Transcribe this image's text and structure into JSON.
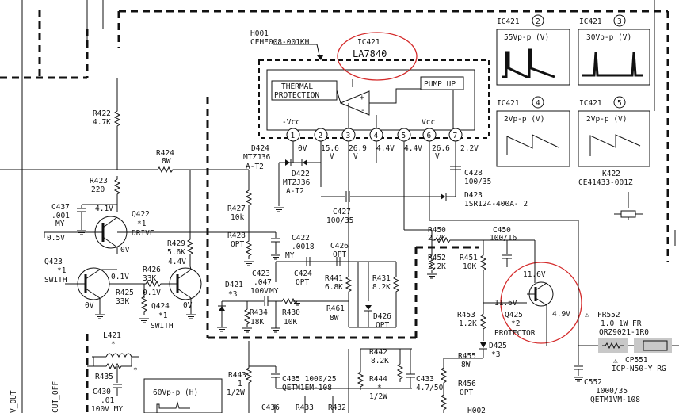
{
  "ic": {
    "module_ref": "H001",
    "module_part": "CEHE008-001KH",
    "ref": "IC421",
    "part": "LA7840",
    "thermal_label": "THERMAL",
    "protection_label": "PROTECTION",
    "pump_up_label": "PUMP UP",
    "minus_vcc": "-Vcc",
    "vcc": "Vcc",
    "pins": [
      "1",
      "2",
      "3",
      "4",
      "5",
      "6",
      "7"
    ],
    "pin_voltages": [
      "0V",
      "15.6",
      "26.9",
      "4.4V",
      "4.4V",
      "26.6",
      "2.2V"
    ],
    "pin_voltage_units": [
      "V",
      "V",
      "V"
    ]
  },
  "waveforms": [
    {
      "title": "IC421",
      "num": "2",
      "amp": "55Vp-p  (V)"
    },
    {
      "title": "IC421",
      "num": "3",
      "amp": "30Vp-p  (V)"
    },
    {
      "title": "IC421",
      "num": "4",
      "amp": "2Vp-p  (V)"
    },
    {
      "title": "IC421",
      "num": "5",
      "amp": "2Vp-p  (V)"
    }
  ],
  "wave_bottom": {
    "amp": "60Vp-p (H)"
  },
  "parts": {
    "r422": [
      "R422",
      "4.7K"
    ],
    "r424": [
      "R424",
      "8W"
    ],
    "r423": [
      "R423",
      "220"
    ],
    "c437": [
      "C437",
      ".001",
      "MY"
    ],
    "q422": [
      "Q422",
      "*1",
      "DRIVE"
    ],
    "q422_v": [
      "4.1V",
      "0.5V",
      "0V"
    ],
    "r429": [
      "R429",
      "5.6K"
    ],
    "q423": [
      "Q423",
      "*1",
      "SWITH"
    ],
    "q423_v": [
      "0V"
    ],
    "r426": [
      "R426",
      "33K"
    ],
    "r425": [
      "R425",
      "33K"
    ],
    "q424": [
      "Q424",
      "*1",
      "SWITH"
    ],
    "q424_v": [
      "4.4V",
      "0.1V",
      "0.1V",
      "0V"
    ],
    "d424": [
      "D424",
      "MTZJ36",
      "A-T2"
    ],
    "d422": [
      "D422",
      "MTZJ36",
      "A-T2"
    ],
    "r427": [
      "R427",
      "10k"
    ],
    "r428": [
      "R428",
      "OPT"
    ],
    "c427": [
      "C427",
      "100/35"
    ],
    "c428": [
      "C428",
      "100/35"
    ],
    "d423": [
      "D423",
      "1SR124-400A-T2"
    ],
    "k422": [
      "K422",
      "CE41433-001Z"
    ],
    "c422": [
      "C422",
      ".0018",
      "MY"
    ],
    "c426": [
      "C426",
      "OPT"
    ],
    "c423": [
      "C423",
      ".047",
      "100V",
      "MY"
    ],
    "c424": [
      "C424",
      "OPT"
    ],
    "d421": [
      "D421",
      "*3"
    ],
    "r434": [
      "R434",
      "18K"
    ],
    "r430": [
      "R430",
      "10K"
    ],
    "r441": [
      "R441",
      "6.8K"
    ],
    "r431": [
      "R431",
      "8.2K"
    ],
    "r461": [
      "R461",
      "8W"
    ],
    "d426": [
      "D426",
      "OPT"
    ],
    "r450": [
      "R450",
      "2.2K"
    ],
    "c450": [
      "C450",
      "100/16"
    ],
    "r452": [
      "R452",
      "2.2K"
    ],
    "r451": [
      "R451",
      "10K"
    ],
    "q425": [
      "Q425",
      "*2",
      "PROTECTOR"
    ],
    "q425_v": [
      "11.6V",
      "11.6V",
      "4.9V"
    ],
    "r453": [
      "R453",
      "1.2K"
    ],
    "d425": [
      "D425",
      "*3"
    ],
    "fr552": [
      "FR552",
      "1.0 1W FR",
      "QRZ9021-1R0"
    ],
    "cp551": [
      "CP551",
      "ICP-N50-Y RG"
    ],
    "c552": [
      "C552",
      "1000/35",
      "QETM1VM-108"
    ],
    "l421": [
      "L421",
      "*"
    ],
    "r435": [
      "R435",
      "*"
    ],
    "c430": [
      "C430",
      ".01",
      "100V MY"
    ],
    "r443": [
      "R443",
      "1",
      "1/2W"
    ],
    "c435": [
      "C435 1000/25",
      "QETM1EM-108"
    ],
    "r442": [
      "R442",
      "8.2K"
    ],
    "r444": [
      "R444",
      "*",
      "1/2W"
    ],
    "c433": [
      "C433",
      "4.7/50"
    ],
    "r455": [
      "R455",
      "8W"
    ],
    "r456": [
      "R456",
      "OPT"
    ],
    "c436": [
      "C436"
    ],
    "r433": [
      "R433"
    ],
    "r432": [
      "R432"
    ],
    "h002": [
      "H002"
    ]
  },
  "nets": [
    "V_OUT",
    "CUT_OFF"
  ]
}
